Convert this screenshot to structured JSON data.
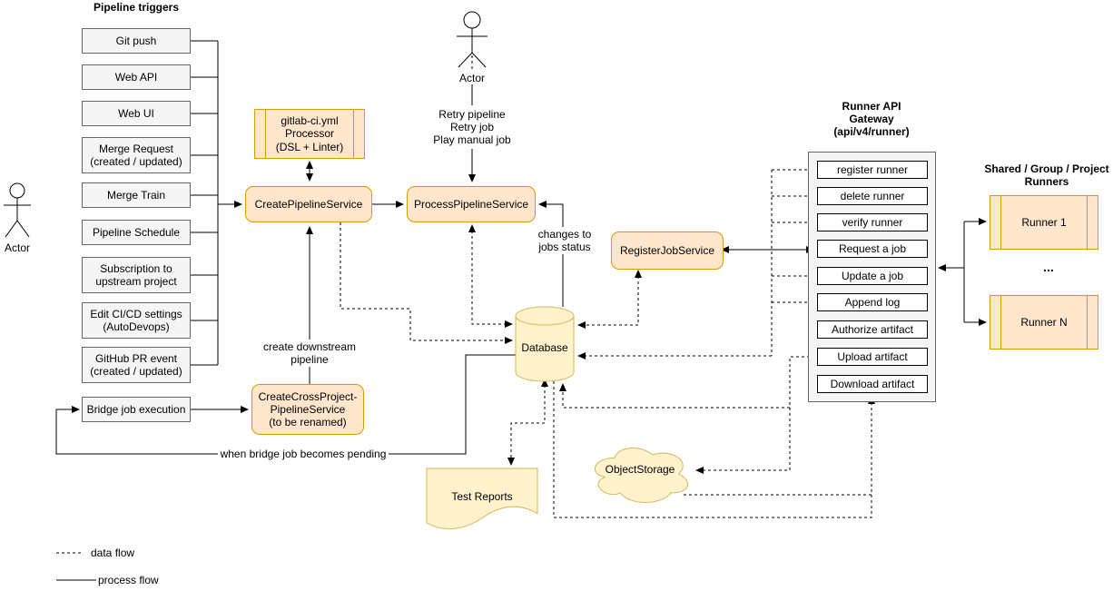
{
  "triggers": {
    "title": "Pipeline triggers",
    "items": [
      "Git push",
      "Web API",
      "Web UI",
      "Merge Request\n(created / updated)",
      "Merge Train",
      "Pipeline Schedule",
      "Subscription to\nupstream project",
      "Edit CI/CD settings\n(AutoDevops)",
      "GitHub PR event\n(created / updated)",
      "Bridge job execution"
    ]
  },
  "actors": {
    "left": "Actor",
    "top": "Actor"
  },
  "services": {
    "processor": "gitlab-ci.yml\nProcessor\n(DSL + Linter)",
    "create_pipeline": "CreatePipelineService",
    "process_pipeline": "ProcessPipelineService",
    "create_cross_project": "CreateCrossProject-\nPipelineService\n(to be renamed)",
    "register_job": "RegisterJobService"
  },
  "stores": {
    "database": "Database",
    "test_reports": "Test Reports",
    "object_storage": "ObjectStorage"
  },
  "gateway": {
    "title": "Runner API\nGateway\n(api/v4/runner)",
    "endpoints": [
      "register runner",
      "delete runner",
      "verify runner",
      "Request a job",
      "Update a job",
      "Append log",
      "Authorize artifact",
      "Upload artifact",
      "Download artifact"
    ]
  },
  "runners": {
    "title": "Shared / Group / Project\nRunners",
    "items": [
      "Runner 1",
      "Runner N"
    ],
    "ellipsis": "..."
  },
  "edge_labels": {
    "retry": "Retry pipeline\nRetry job\nPlay manual job",
    "changes": "changes to\njobs status",
    "create_downstream": "create downstream\npipeline",
    "bridge_pending": "when bridge job becomes pending"
  },
  "legend": {
    "data_flow": "data flow",
    "process_flow": "process flow"
  },
  "colors": {
    "service_fill": "#FFE6CC",
    "service_border": "#D79B00",
    "store_fill": "#FFF2CC",
    "store_border": "#D6B656",
    "trigger_fill": "#F5F5F5",
    "trigger_border": "#666666",
    "line": "#000000"
  }
}
